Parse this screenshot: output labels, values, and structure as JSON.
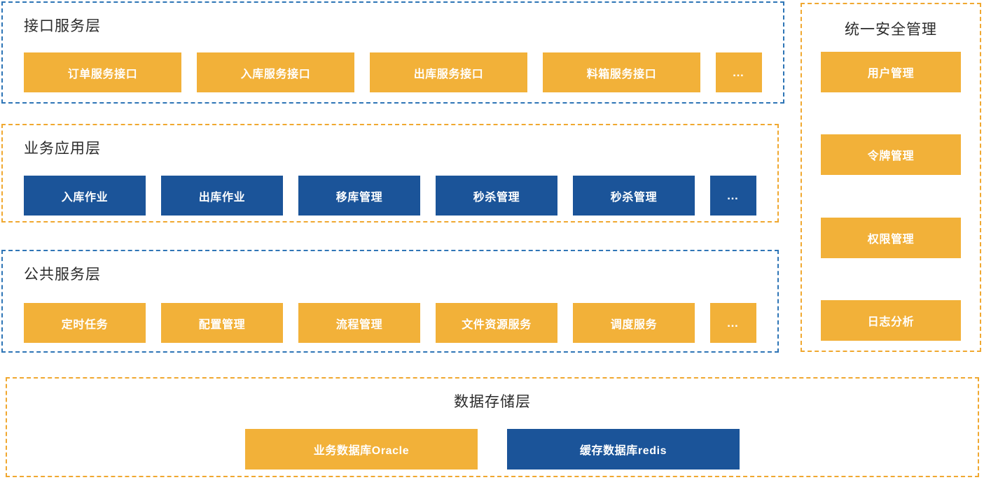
{
  "colors": {
    "orange_fill": "#F2B139",
    "blue_fill": "#1B5499",
    "orange_border": "#F0A830",
    "blue_border": "#2E75B6",
    "text_dark": "#2b2b2b",
    "box_text": "#ffffff"
  },
  "layers": {
    "interface": {
      "title": "接口服务层",
      "border_style": "blue-dashed",
      "boxes": [
        {
          "label": "订单服务接口",
          "color": "orange"
        },
        {
          "label": "入库服务接口",
          "color": "orange"
        },
        {
          "label": "出库服务接口",
          "color": "orange"
        },
        {
          "label": "料箱服务接口",
          "color": "orange"
        },
        {
          "label": "…",
          "color": "orange"
        }
      ]
    },
    "business": {
      "title": "业务应用层",
      "border_style": "orange-dashed",
      "boxes": [
        {
          "label": "入库作业",
          "color": "blue"
        },
        {
          "label": "出库作业",
          "color": "blue"
        },
        {
          "label": "移库管理",
          "color": "blue"
        },
        {
          "label": "秒杀管理",
          "color": "blue"
        },
        {
          "label": "秒杀管理",
          "color": "blue"
        },
        {
          "label": "…",
          "color": "blue"
        }
      ]
    },
    "public": {
      "title": "公共服务层",
      "border_style": "blue-dashed",
      "boxes": [
        {
          "label": "定时任务",
          "color": "orange"
        },
        {
          "label": "配置管理",
          "color": "orange"
        },
        {
          "label": "流程管理",
          "color": "orange"
        },
        {
          "label": "文件资源服务",
          "color": "orange"
        },
        {
          "label": "调度服务",
          "color": "orange"
        },
        {
          "label": "…",
          "color": "orange"
        }
      ]
    },
    "storage": {
      "title": "数据存储层",
      "border_style": "orange-dashed",
      "boxes": [
        {
          "label": "业务数据库Oracle",
          "color": "orange"
        },
        {
          "label": "缓存数据库redis",
          "color": "blue"
        }
      ]
    }
  },
  "security_panel": {
    "title": "统一安全管理",
    "border_style": "orange-dashed",
    "boxes": [
      {
        "label": "用户管理",
        "color": "orange"
      },
      {
        "label": "令牌管理",
        "color": "orange"
      },
      {
        "label": "权限管理",
        "color": "orange"
      },
      {
        "label": "日志分析",
        "color": "orange"
      }
    ]
  }
}
